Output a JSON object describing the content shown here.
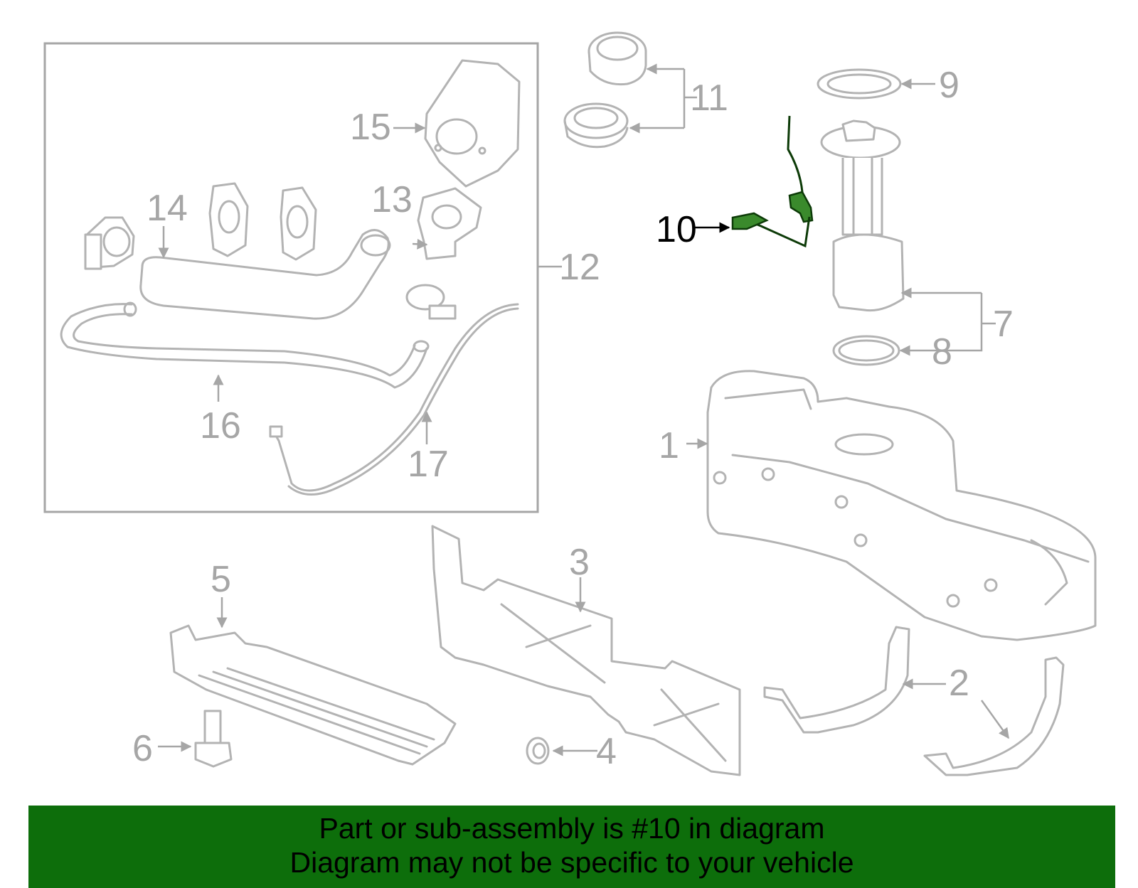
{
  "callouts": {
    "c1": "1",
    "c2": "2",
    "c3": "3",
    "c4": "4",
    "c5": "5",
    "c6": "6",
    "c7": "7",
    "c8": "8",
    "c9": "9",
    "c10": "10",
    "c11": "11",
    "c12": "12",
    "c13": "13",
    "c14": "14",
    "c15": "15",
    "c16": "16",
    "c17": "17"
  },
  "highlight": {
    "part_number": "10",
    "color": "#3a8a2c"
  },
  "colors": {
    "part_outline": "#b3b3b3",
    "banner": "#0d6e0b"
  },
  "footer": {
    "line1": "Part or sub-assembly is #10 in diagram",
    "line2": "Diagram may not be specific to your vehicle"
  }
}
